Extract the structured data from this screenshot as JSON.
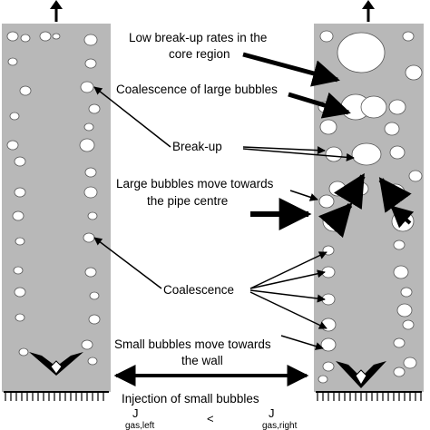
{
  "labels": {
    "low_breakup_line1": "Low break-up rates in the",
    "low_breakup_line2": "core region",
    "coalescence_large": "Coalescence of large bubbles",
    "breakup": "Break-up",
    "large_move_line1": "Large bubbles move towards",
    "large_move_line2": "the pipe centre",
    "coalescence": "Coalescence",
    "small_move_line1": "Small bubbles move towards",
    "small_move_line2": "the wall",
    "injection": "Injection of small bubbles"
  },
  "relation": {
    "j_left_symbol": "J",
    "j_left_sub": "gas,left",
    "less_than": "<",
    "j_right_symbol": "J",
    "j_right_sub": "gas,right"
  },
  "colors": {
    "pipe_fill": "#b8b8b8",
    "bubble_fill": "#ffffff",
    "ink": "#000000"
  }
}
